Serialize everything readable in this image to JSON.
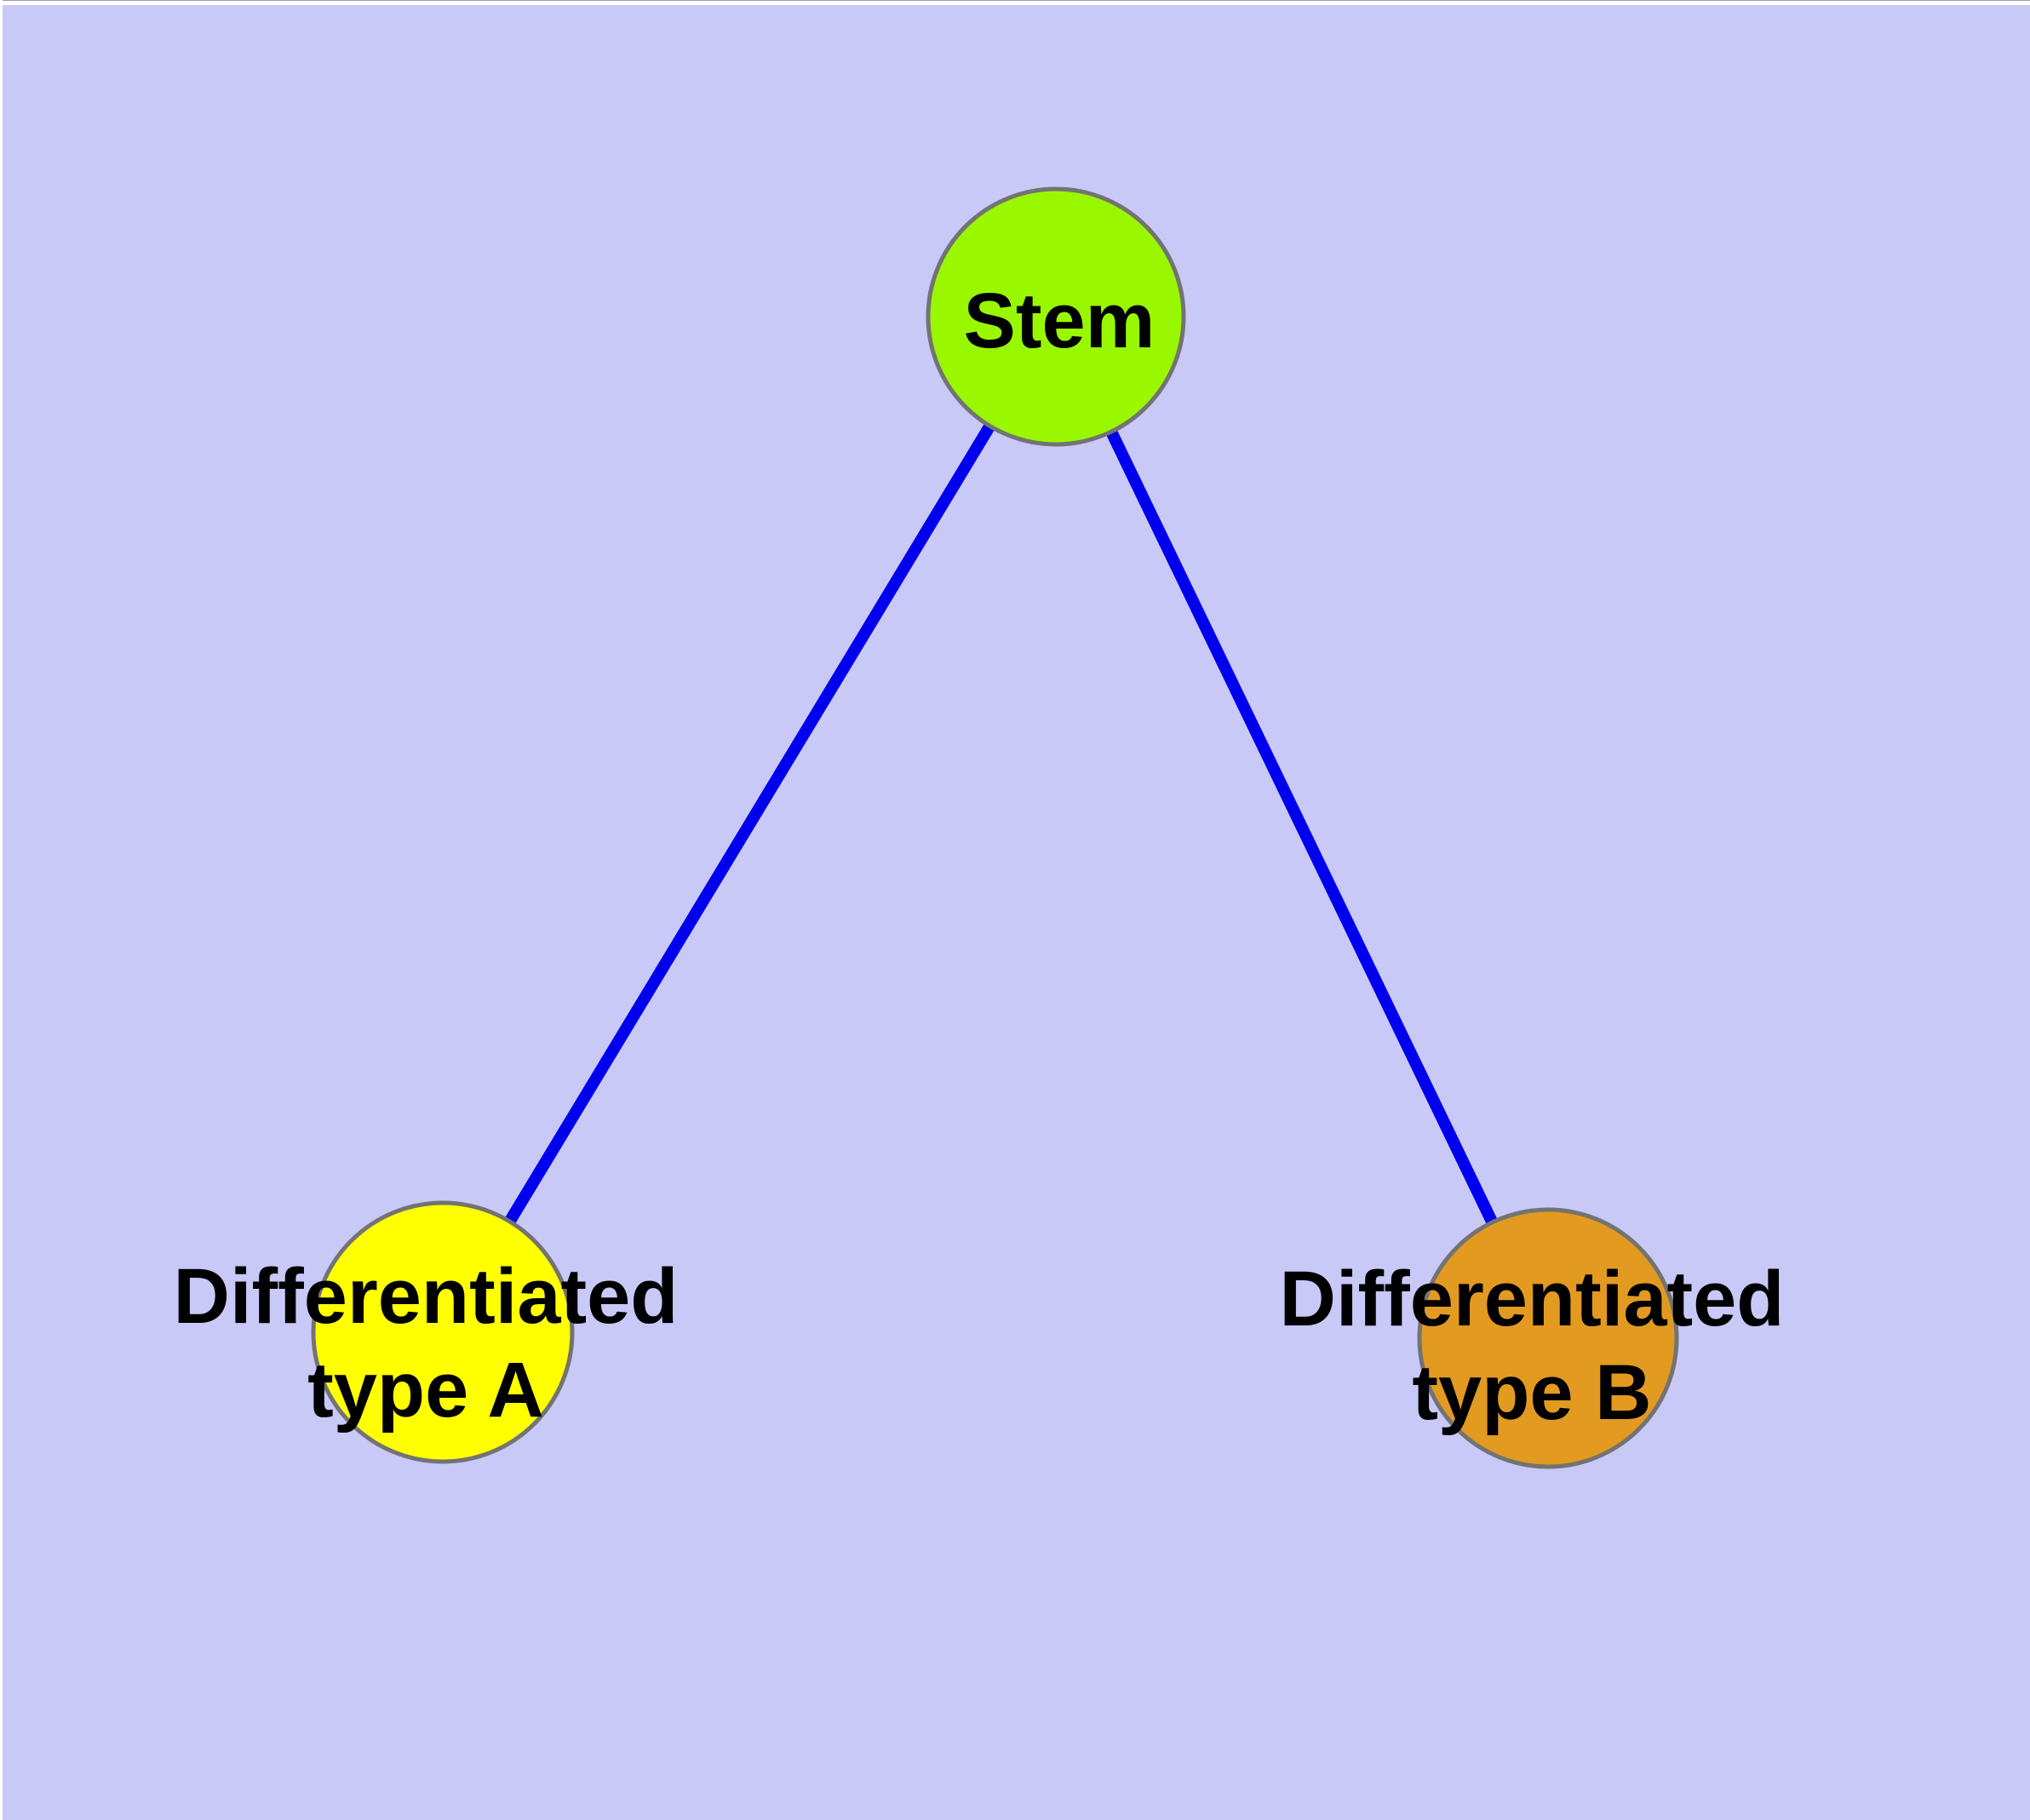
{
  "diagram": {
    "kind": "node-link-tree",
    "background_color": "#C9C9F8",
    "edge_color": "#0000EE",
    "node_border_color": "#737373",
    "text_color": "#000000",
    "nodes": [
      {
        "id": "stem",
        "label": "Stem",
        "label_lines": [
          "Stem"
        ],
        "color": "#99F800"
      },
      {
        "id": "type-a",
        "label": "Differentiated type A",
        "label_lines": [
          "Differentiated",
          "type A"
        ],
        "color": "#FFFF00"
      },
      {
        "id": "type-b",
        "label": "Differentiated type B",
        "label_lines": [
          "Differentiated",
          "type B"
        ],
        "color": "#E29A20"
      }
    ],
    "edges": [
      {
        "from": "Stem",
        "to": "Differentiated type A"
      },
      {
        "from": "Stem",
        "to": "Differentiated type B"
      }
    ]
  }
}
